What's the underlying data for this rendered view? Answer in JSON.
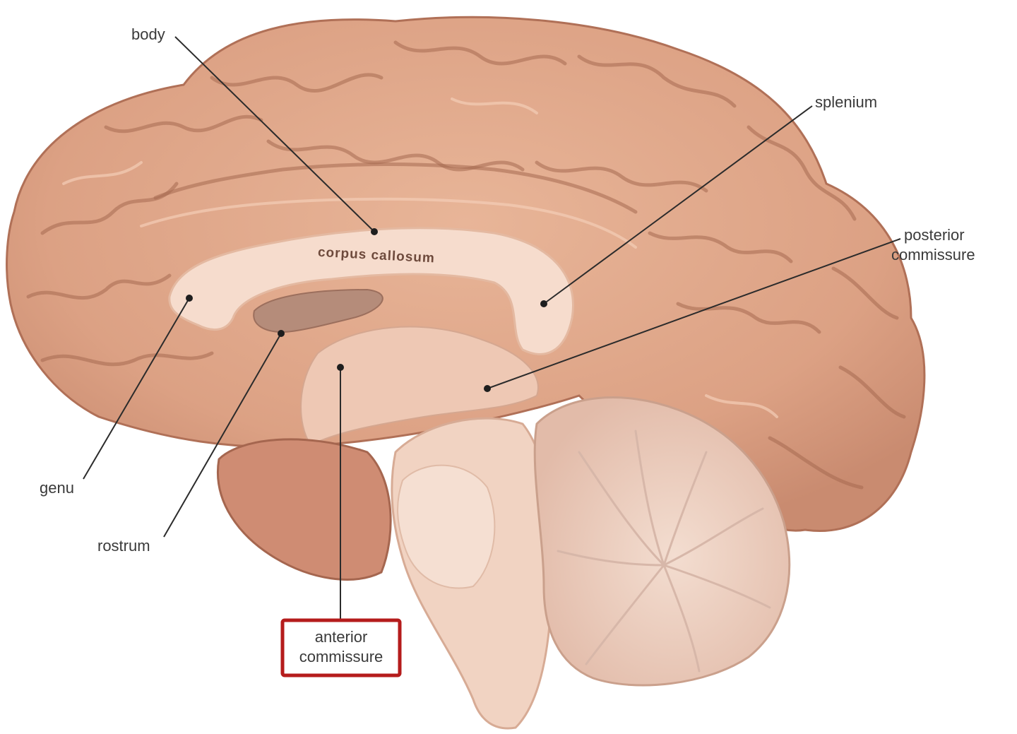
{
  "figure": {
    "labels": {
      "body": "body",
      "corpus_callosum": "corpus callosum",
      "splenium": "splenium",
      "posterior_commissure_line1": "posterior",
      "posterior_commissure_line2": "commissure",
      "genu": "genu",
      "rostrum": "rostrum",
      "anterior_commissure_line1": "anterior",
      "anterior_commissure_line2": "commissure"
    },
    "highlight_color": "#b51c1c"
  }
}
